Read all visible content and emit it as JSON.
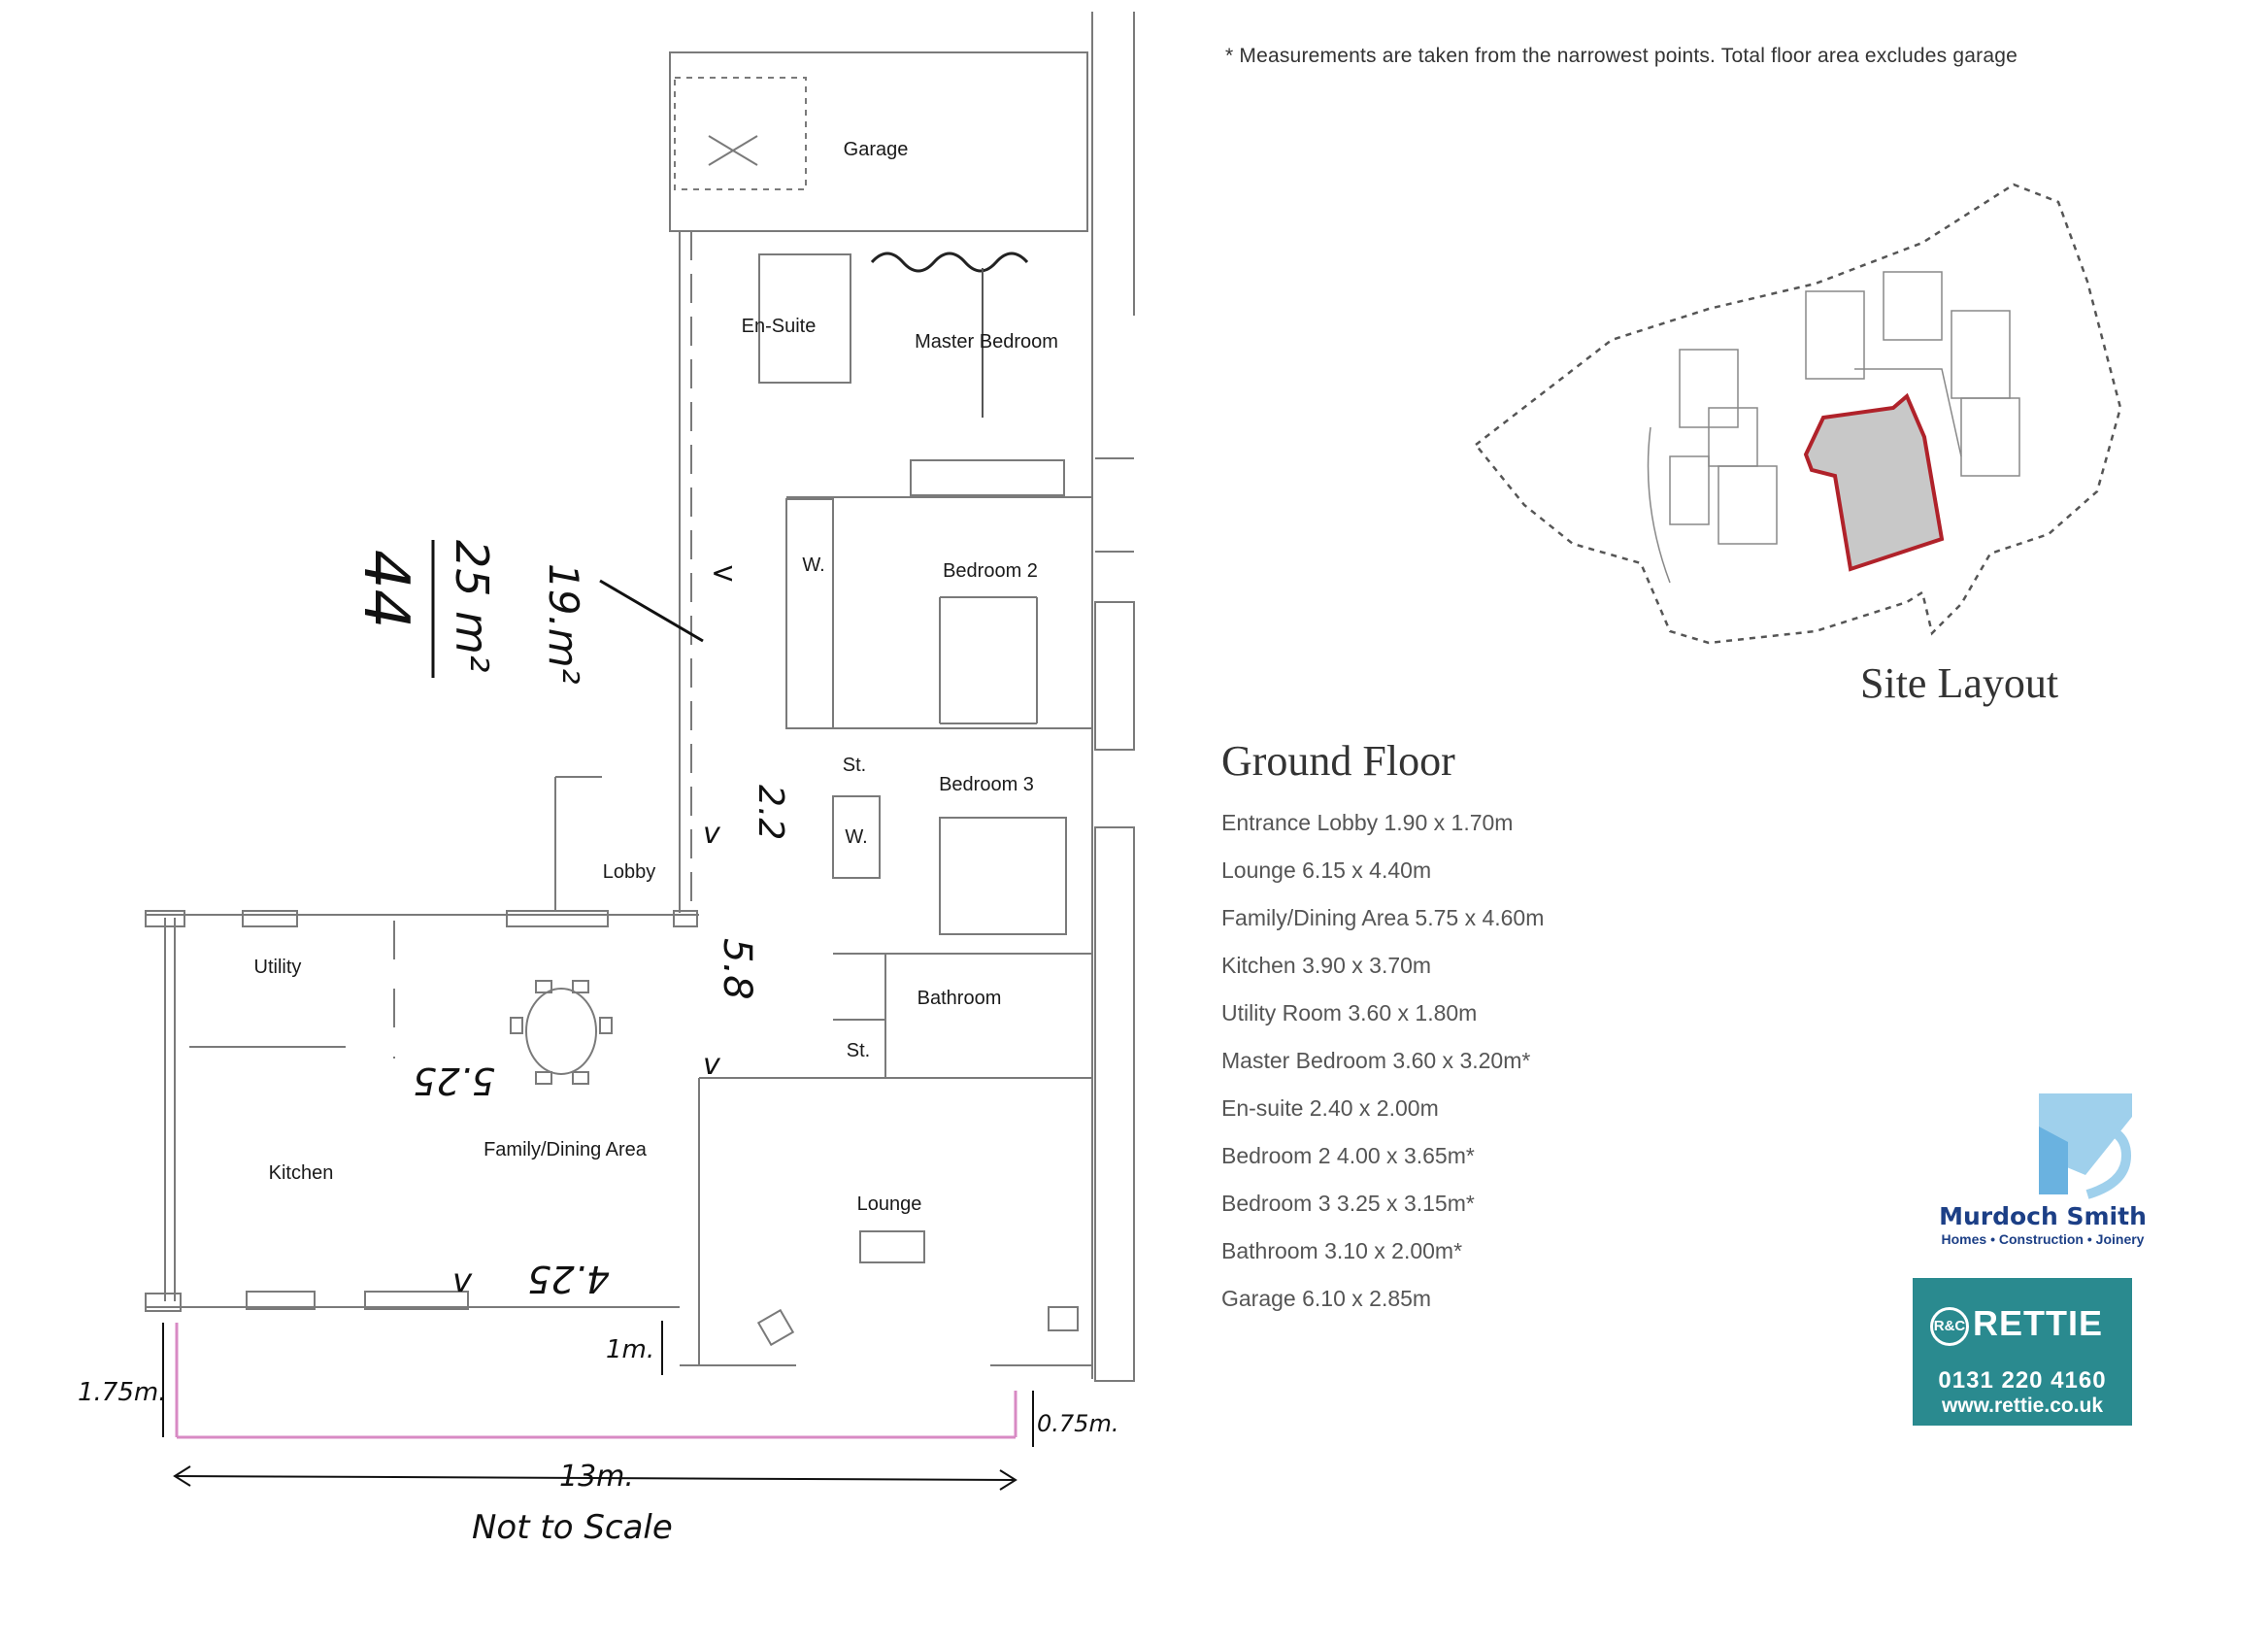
{
  "note": "* Measurements are taken from the narrowest points. Total floor area excludes garage",
  "plan_labels": {
    "garage": "Garage",
    "en_suite": "En-Suite",
    "master_bedroom": "Master Bedroom",
    "bedroom_2": "Bedroom 2",
    "bedroom_3": "Bedroom 3",
    "lobby": "Lobby",
    "utility": "Utility",
    "kitchen": "Kitchen",
    "family_dining": "Family/Dining Area",
    "bathroom": "Bathroom",
    "lounge": "Lounge",
    "wardrobe_1": "W.",
    "wardrobe_2": "W.",
    "store_1": "St.",
    "store_2": "St."
  },
  "handwritten": {
    "area_total": "44",
    "area_a": "25 m²",
    "area_b": "19.m²",
    "dim_2_2": "2.2",
    "dim_5_8": "5.8",
    "dim_5_25": "5.25",
    "dim_4_25": "4.25",
    "dim_1m": "1m.",
    "dim_1_75": "1.75m.",
    "dim_0_75": "0.75m.",
    "dim_13m": "13m.",
    "not_to_scale": "Not to Scale"
  },
  "site_title": "Site Layout",
  "ground_floor_title": "Ground Floor",
  "rooms": [
    "Entrance Lobby 1.90 x 1.70m",
    "Lounge 6.15 x 4.40m",
    "Family/Dining Area 5.75 x 4.60m",
    "Kitchen 3.90 x 3.70m",
    "Utility Room 3.60 x 1.80m",
    "Master Bedroom 3.60 x 3.20m*",
    "En-suite 2.40 x 2.00m",
    "Bedroom 2 4.00 x 3.65m*",
    "Bedroom 3 3.25 x 3.15m*",
    "Bathroom 3.10 x 2.00m*",
    "Garage 6.10 x 2.85m"
  ],
  "murdoch": {
    "name": "Murdoch Smith",
    "tagline": "Homes • Construction • Joinery"
  },
  "rettie": {
    "badge": "R&C",
    "name": "RETTIE",
    "phone": "0131 220 4160",
    "web": "www.rettie.co.uk"
  },
  "colors": {
    "plan_line": "#777777",
    "site_highlight": "#b0222a",
    "pink_line": "#d88ac4",
    "rettie_teal": "#2a8a8f",
    "murdoch_blue": "#1c3f86"
  }
}
